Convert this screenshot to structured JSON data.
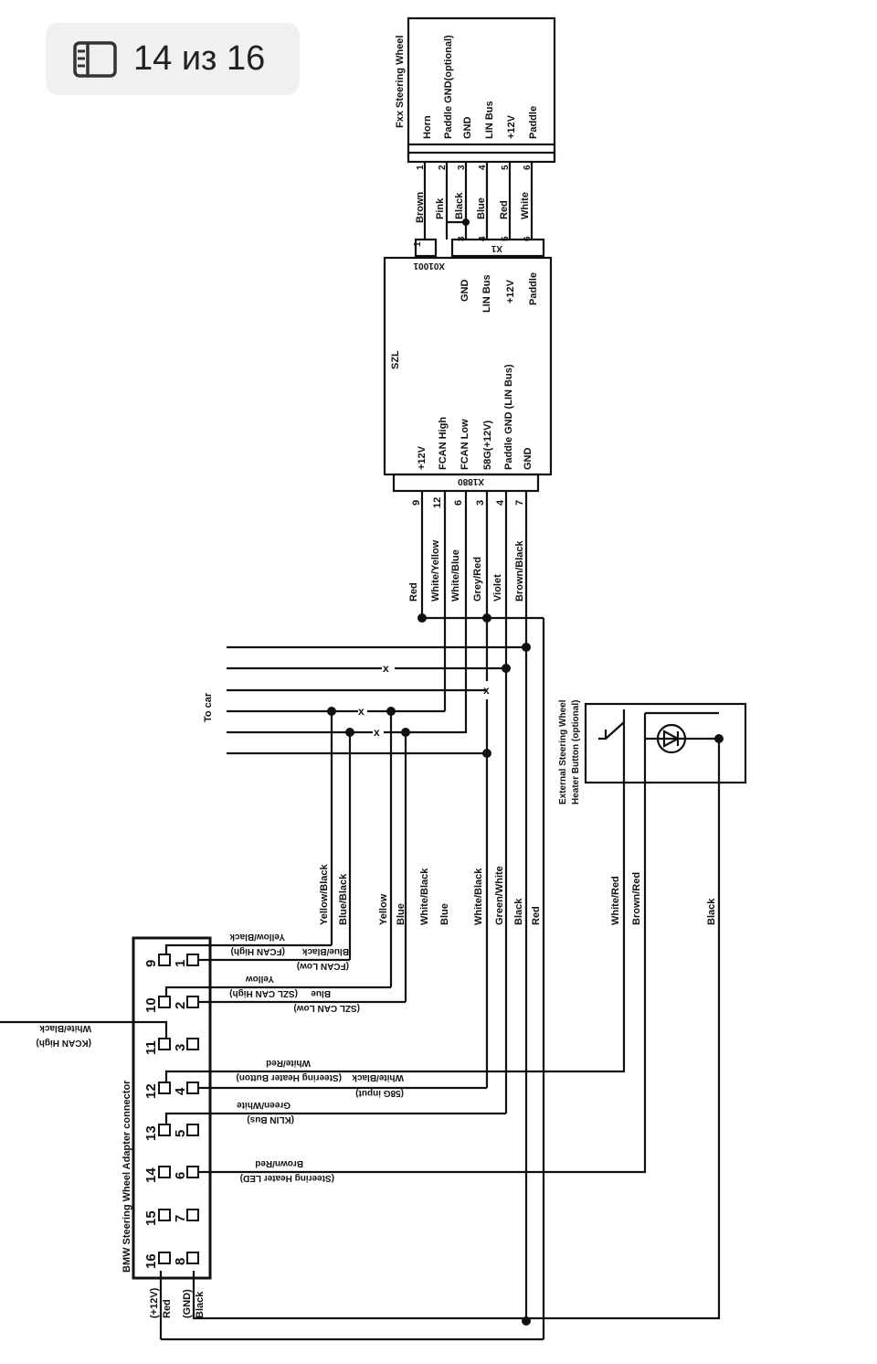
{
  "viewer": {
    "page_counter": "14 из 16",
    "pages_icon": "pages-icon"
  },
  "diagram": {
    "fxx_module": {
      "title": "Fxx Steering Wheel",
      "pins": [
        "Horn",
        "Paddle GND(optional)",
        "GND",
        "LIN Bus",
        "+12V",
        "Paddle"
      ],
      "pin_numbers": [
        "1",
        "2",
        "3",
        "4",
        "5",
        "6"
      ]
    },
    "upper_wires": [
      "Brown",
      "Pink",
      "Black",
      "Blue",
      "Red",
      "White"
    ],
    "upper_connectors": {
      "x01001": "X01001",
      "x1": "X1",
      "x1_pins": [
        "3",
        "4",
        "5",
        "6"
      ],
      "x01001_pins": [
        "1"
      ]
    },
    "szl_module": {
      "title": "SZL",
      "right_pins": [
        "GND",
        "LIN Bus",
        "+12V",
        "Paddle"
      ],
      "left_pins": [
        "+12V",
        "FCAN High",
        "FCAN Low",
        "58G(+12V)",
        "Paddle GND (LIN Bus)",
        "GND"
      ],
      "connector": "X1880",
      "connector_pins": [
        "9",
        "12",
        "6",
        "3",
        "4",
        "7"
      ]
    },
    "mid_wires": [
      "Red",
      "White/Yellow",
      "White/Blue",
      "Grey/Red",
      "Violet",
      "Brown/Black"
    ],
    "to_car_label": "To car",
    "crossing_mark": "x",
    "heater_button": {
      "title_line1": "External Steering Wheel",
      "title_line2": "Heater Button (optional)"
    },
    "lower_wire_labels": [
      "Yellow/Black",
      "Blue/Black",
      "Yellow",
      "Blue",
      "White/Black",
      "Blue",
      "White/Black",
      "Green/White",
      "Black",
      "Red",
      "White/Red",
      "Brown/Red",
      "Black"
    ],
    "adapter": {
      "title": "BMW Steering Wheel Adapter connector",
      "left_pins": [
        "9",
        "10",
        "11",
        "12",
        "13",
        "14",
        "15",
        "16"
      ],
      "right_pins": [
        "1",
        "2",
        "3",
        "4",
        "5",
        "6",
        "7",
        "8"
      ],
      "pin_labels": [
        "Yellow/Black",
        "(FCAN High)",
        "Blue/Black",
        "(FCAN Low)",
        "Yellow",
        "(SZL CAN High)",
        "Blue",
        "(SZL CAN Low)",
        "White/Black",
        "(KCAN High)",
        "White/Red",
        "(Steering Heater Button)",
        "White/Black",
        "(58G input)",
        "Green/White",
        "(KLIN Bus)",
        "Brown/Red",
        "(Steering Heater LED)"
      ],
      "bottom_labels": [
        "(+12V)",
        "Red",
        "(GND)",
        "Black"
      ]
    }
  }
}
